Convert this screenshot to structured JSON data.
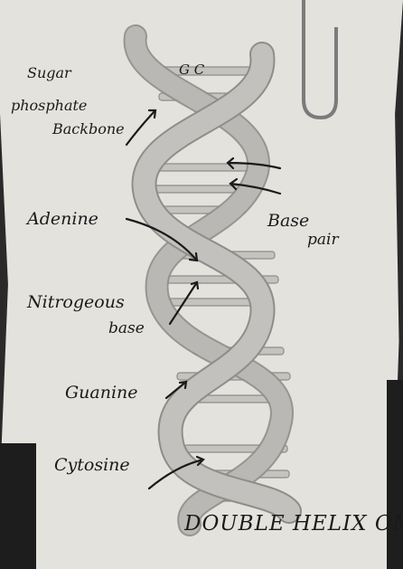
{
  "labels": {
    "base_pair_top": "G C",
    "sugar_line1": "Sugar",
    "sugar_line2": "phosphate",
    "sugar_line3": "Backbone",
    "adenine": "Adenine",
    "base_pair_line1": "Base",
    "base_pair_line2": "pair",
    "nitrogenous_line1": "Nitrogeous",
    "nitrogenous_line2": "base",
    "guanine": "Guanine",
    "cytosine": "Cytosine"
  },
  "caption": "DOUBLE HELIX OM",
  "colors": {
    "paper": "#e4e2dd",
    "strand": "#b9b8b4",
    "strand_edge": "#8e8d8a",
    "ink": "#1b1b1b",
    "clip": "#7b7b7b"
  }
}
